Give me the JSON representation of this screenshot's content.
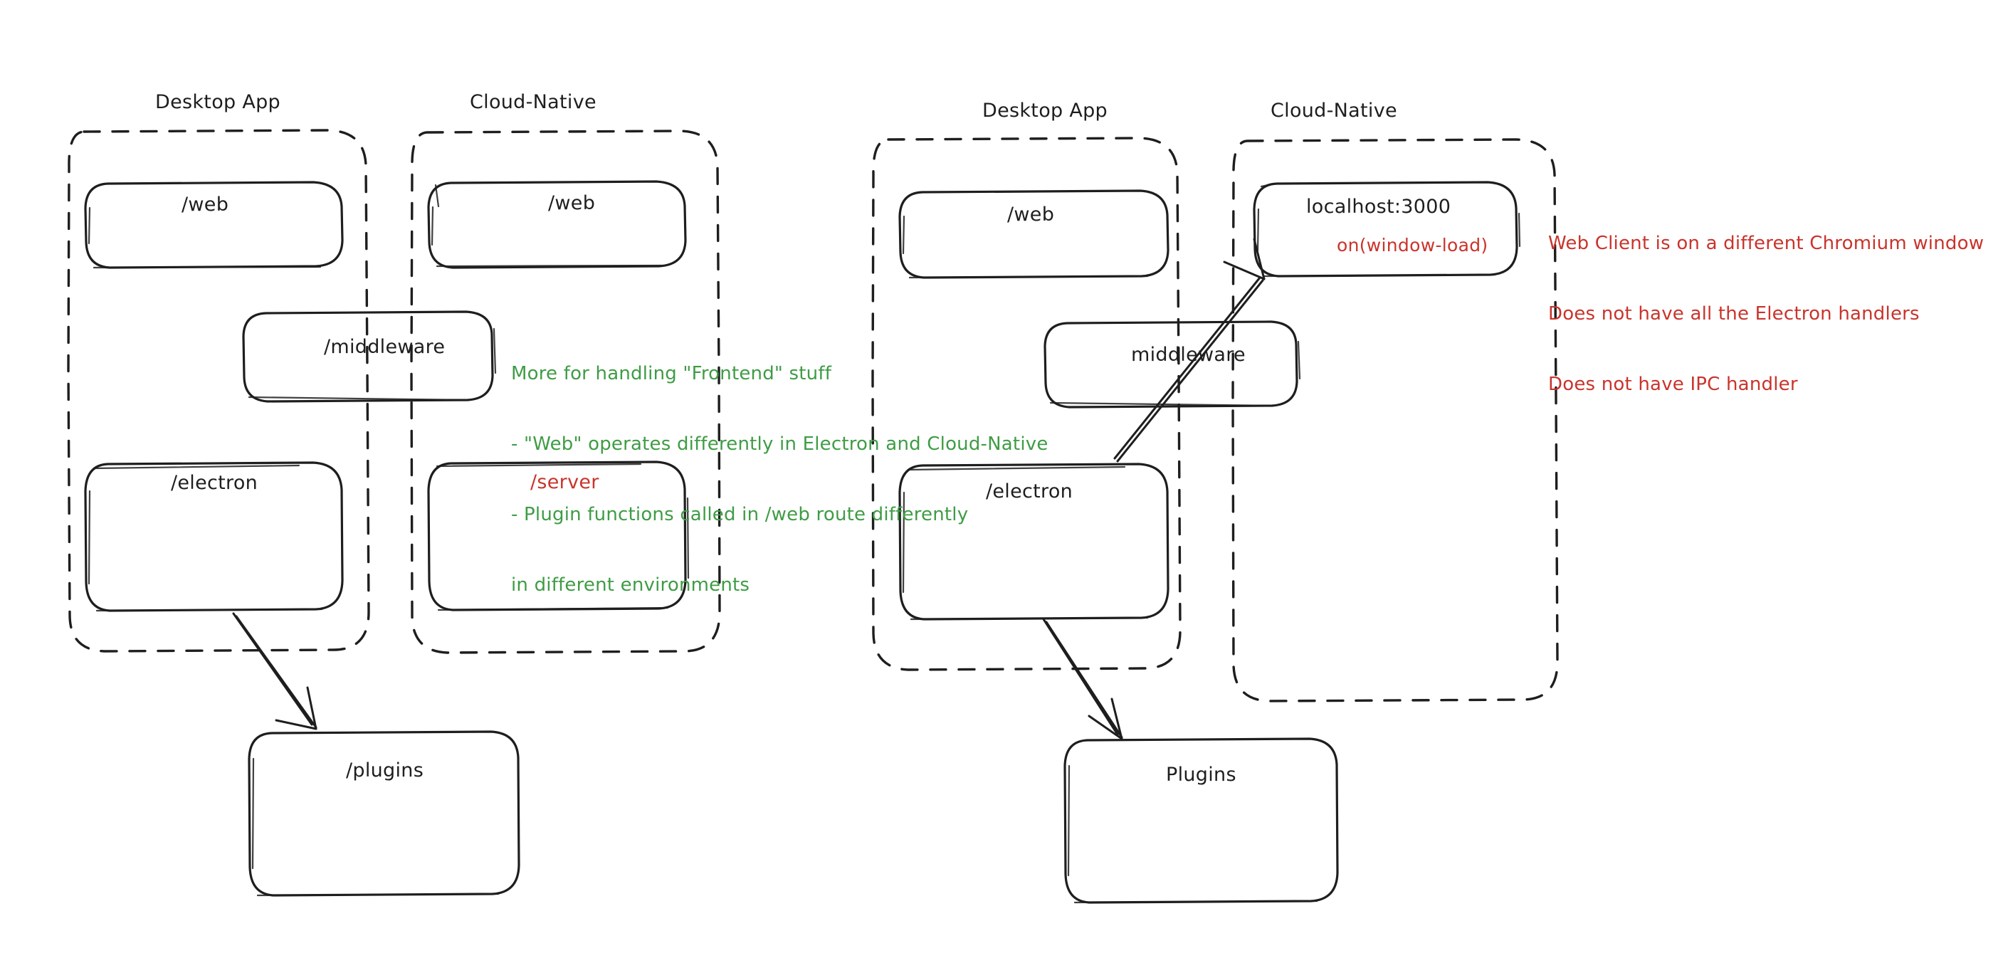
{
  "diagram": {
    "title": "Electron vs Cloud-Native architecture sketch",
    "background": "#ffffff",
    "colors": {
      "stroke": "#1e1e1e",
      "red": "#c9342c",
      "green": "#3f9c45"
    }
  },
  "left_diagram": {
    "groups": [
      {
        "id": "left-desktop",
        "label": "Desktop App"
      },
      {
        "id": "left-cloud",
        "label": "Cloud-Native"
      }
    ],
    "nodes": [
      {
        "id": "left-web-desktop",
        "label": "/web",
        "color": "#1e1e1e"
      },
      {
        "id": "left-web-cloud",
        "label": "/web",
        "color": "#1e1e1e"
      },
      {
        "id": "left-middleware",
        "label": "/middleware",
        "color": "#1e1e1e"
      },
      {
        "id": "left-electron",
        "label": "/electron",
        "color": "#1e1e1e"
      },
      {
        "id": "left-server",
        "label": "/server",
        "color": "#c9342c"
      },
      {
        "id": "left-plugins",
        "label": "/plugins",
        "color": "#1e1e1e"
      }
    ],
    "edges": [
      {
        "from": "left-electron",
        "to": "left-plugins",
        "style": "arrow"
      }
    ]
  },
  "right_diagram": {
    "groups": [
      {
        "id": "right-desktop",
        "label": "Desktop App"
      },
      {
        "id": "right-cloud",
        "label": "Cloud-Native"
      }
    ],
    "nodes": [
      {
        "id": "right-web",
        "label": "/web",
        "color": "#1e1e1e"
      },
      {
        "id": "right-localhost",
        "label": "localhost:3000",
        "sublabel": "on(window-load)",
        "color": "#1e1e1e",
        "sub_color": "#c9342c"
      },
      {
        "id": "right-middleware",
        "label": "middleware",
        "color": "#1e1e1e"
      },
      {
        "id": "right-electron",
        "label": "/electron",
        "color": "#1e1e1e"
      },
      {
        "id": "right-plugins",
        "label": "Plugins",
        "color": "#1e1e1e"
      }
    ],
    "edges": [
      {
        "from": "right-electron",
        "to": "right-localhost",
        "style": "arrow"
      },
      {
        "from": "right-electron",
        "to": "right-plugins",
        "style": "arrow"
      }
    ]
  },
  "annotations": {
    "green_note": {
      "color": "#3f9c45",
      "lines": [
        "More for handling \"Frontend\" stuff",
        "- \"Web\" operates differently in Electron and Cloud-Native",
        "- Plugin functions called in /web route differently",
        "in different environments"
      ]
    },
    "red_note": {
      "color": "#c9342c",
      "lines": [
        "Web Client is on a different Chromium window",
        "Does not have all the Electron handlers",
        "Does not have IPC handler"
      ]
    }
  }
}
